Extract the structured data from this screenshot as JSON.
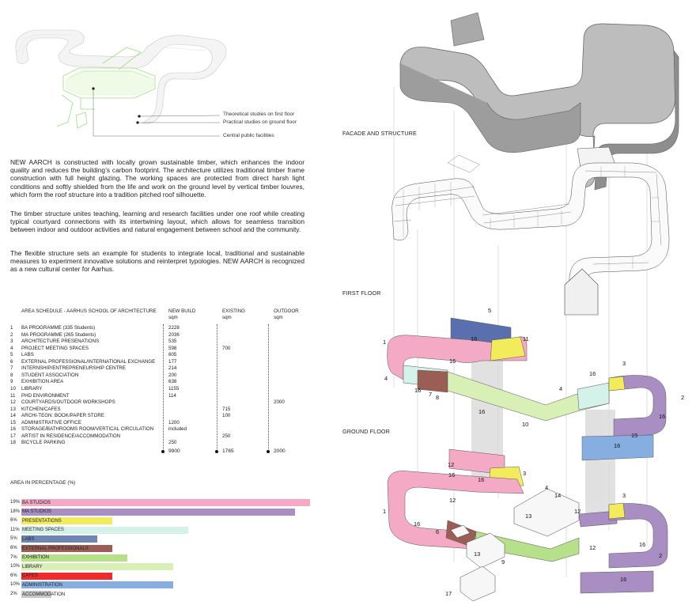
{
  "legend": {
    "items": [
      "Theoretical studies on first floor",
      "Practical studies on ground floor",
      "Central public facilities"
    ]
  },
  "paragraphs": [
    "NEW AARCH is constructed with locally grown sustainable timber, which enhances the indoor quality and reduces the building’s carbon footprint. The architecture utilizes traditional timber frame construction with full height glazing. The working spaces are protected from direct harsh light conditions and softly shielded from the life and work on the ground level by vertical timber louvres, which form the roof structure into a tradition pitched roof silhouette.",
    "The timber structure unites teaching, learning and research facilities under one roof while creating typical courtyard connections with its intertwining layout, which allows for seamless transition between indoor and outdoor activities and natural engagement between school and the community.",
    "The flexible structure sets an example for students to integrate local, traditional and sustainable measures to experiment innovative solutions and reinterpret typologies. NEW AARCH is recognized as a new cultural center for Aarhus."
  ],
  "schedule": {
    "title": "AREA SCHEDULE - AARHUS SCHOOL OF ARCHITECTURE",
    "col_new": "NEW BUILD",
    "col_existing": "EXISTING",
    "col_outdoor": "OUTDOOR",
    "unit": "sqm",
    "rows": [
      {
        "no": "1",
        "name": "BA PROGRAMME (335 Students)",
        "new": "2228",
        "existing": "",
        "outdoor": ""
      },
      {
        "no": "2",
        "name": "MA PROGRAMME (265 Students)",
        "new": "2036",
        "existing": "",
        "outdoor": ""
      },
      {
        "no": "3",
        "name": "ARCHITECTURE PRESENATIONS",
        "new": "535",
        "existing": "",
        "outdoor": ""
      },
      {
        "no": "4",
        "name": "PROJECT MEETING SPACES",
        "new": "598",
        "existing": "700",
        "outdoor": ""
      },
      {
        "no": "5",
        "name": "LABS",
        "new": "605",
        "existing": "",
        "outdoor": ""
      },
      {
        "no": "6",
        "name": "EXTERNAL PROFESSIONAL/INTERNATIONAL EXCHANGE",
        "new": "177",
        "existing": "",
        "outdoor": ""
      },
      {
        "no": "7",
        "name": "INTERNSHIP/ENTREPRENEURSHIP CENTRE",
        "new": "214",
        "existing": "",
        "outdoor": ""
      },
      {
        "no": "8",
        "name": "STUDENT ASSOCIATION",
        "new": "200",
        "existing": "",
        "outdoor": ""
      },
      {
        "no": "9",
        "name": "EXHIBITION AREA",
        "new": "638",
        "existing": "",
        "outdoor": ""
      },
      {
        "no": "10",
        "name": "LIBRARY",
        "new": "1155",
        "existing": "",
        "outdoor": ""
      },
      {
        "no": "11",
        "name": "PHD ENVIRONMENT",
        "new": "114",
        "existing": "",
        "outdoor": ""
      },
      {
        "no": "12",
        "name": "COURTYARDS/OUTDOOR WORKSHOPS",
        "new": "",
        "existing": "",
        "outdoor": "2000"
      },
      {
        "no": "13",
        "name": "KITCHEN/CAFES",
        "new": "",
        "existing": "715",
        "outdoor": ""
      },
      {
        "no": "14",
        "name": "ARCHI-TEGN: BOOK/PAPER STORE",
        "new": "",
        "existing": "100",
        "outdoor": ""
      },
      {
        "no": "15",
        "name": "ADMINISTRATIVE OFFICE",
        "new": "1200",
        "existing": "",
        "outdoor": ""
      },
      {
        "no": "16",
        "name": "STORAGE/BATHROOMS ROOM/VERTICAL CIRCULATION",
        "new": "included",
        "existing": "",
        "outdoor": ""
      },
      {
        "no": "17",
        "name": "ARTIST IN RESIDENCE/ACCOMMODATION",
        "new": "",
        "existing": "250",
        "outdoor": ""
      },
      {
        "no": "18",
        "name": "BICYCLE PARKING",
        "new": "250",
        "existing": "",
        "outdoor": ""
      }
    ],
    "totals": {
      "new": "9900",
      "existing": "1765",
      "outdoor": "2000"
    }
  },
  "percentages": {
    "title": "AREA IN PERCENTAGE (%)",
    "items": [
      {
        "value": "19%",
        "label": "BA STUDIOS",
        "pct": 19,
        "color": "#f4a9c4"
      },
      {
        "value": "18%",
        "label": "MA STUDIOS",
        "pct": 18,
        "color": "#a98ec4"
      },
      {
        "value": "6%",
        "label": "PRESENTATIONS",
        "pct": 6,
        "color": "#f2ec5c"
      },
      {
        "value": "11%",
        "label": "MEETING SPACES",
        "pct": 11,
        "color": "#d4f2ea"
      },
      {
        "value": "5%",
        "label": "LABS",
        "pct": 5,
        "color": "#6f86b5"
      },
      {
        "value": "6%",
        "label": "EXTERNAL PROFESSIONALS",
        "pct": 6,
        "color": "#9a5e55"
      },
      {
        "value": "7%",
        "label": "EXHIBITION",
        "pct": 7,
        "color": "#b7e08a"
      },
      {
        "value": "10%",
        "label": "LIBRARY",
        "pct": 10,
        "color": "#d8f0b6"
      },
      {
        "value": "6%",
        "label": "CAFES",
        "pct": 6,
        "color": "#ef2b2b"
      },
      {
        "value": "10%",
        "label": "ADMINISTRATION",
        "pct": 10,
        "color": "#86aee0"
      },
      {
        "value": "2%",
        "label": "ACCOMMODATION",
        "pct": 2,
        "color": "#c9c9c9"
      }
    ]
  },
  "sections": {
    "facade": "FACADE AND STRUCTURE",
    "first_floor": "FIRST FLOOR",
    "ground_floor": "GROUND FLOOR"
  },
  "room_numbers": {
    "first_floor": [
      "5",
      "1",
      "16",
      "11",
      "16",
      "4",
      "16",
      "7",
      "8",
      "16",
      "3",
      "4",
      "10",
      "16",
      "2",
      "16",
      "15",
      "16"
    ],
    "ground_floor": [
      "12",
      "16",
      "16",
      "3",
      "1",
      "12",
      "4",
      "14",
      "6",
      "16",
      "13",
      "12",
      "3",
      "13",
      "12",
      "9",
      "16",
      "2",
      "17",
      "16"
    ]
  }
}
